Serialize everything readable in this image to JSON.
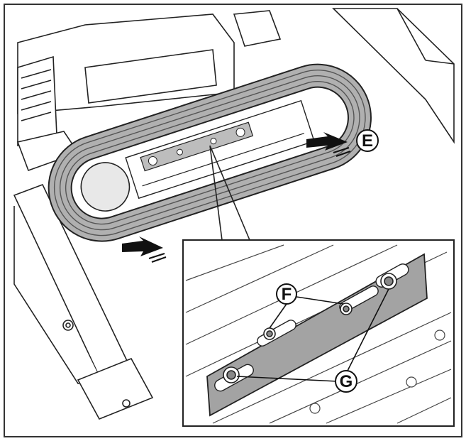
{
  "figure": {
    "callouts": {
      "E": "E",
      "F": "F",
      "G": "G"
    }
  },
  "colors": {
    "line": "#222222",
    "belt": "#b0b0b0",
    "belt_dark": "#8a8a8a",
    "plate": "#a3a3a3",
    "background": "#ffffff"
  }
}
